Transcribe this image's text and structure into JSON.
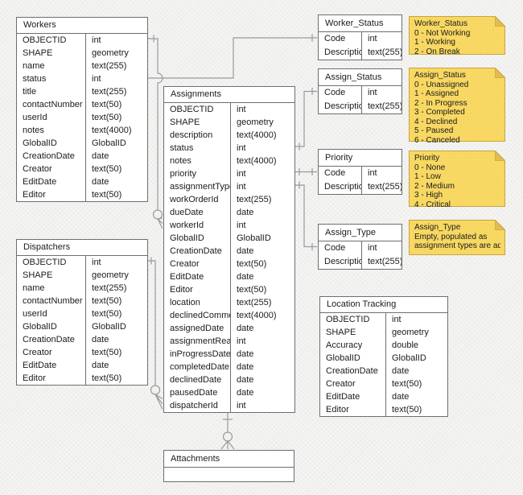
{
  "diagram": {
    "kind": "entity-relationship-diagram"
  },
  "colors": {
    "canvas_bg": "#f1f1f0",
    "table_border": "#6e6e6e",
    "connector": "#9a9a9a",
    "note_fill": "#f7d75f",
    "note_border": "#c9a43b",
    "note_fold": "#e3bc4f",
    "text": "#1b1b1b"
  },
  "tables": [
    {
      "id": "workers",
      "title": "Workers",
      "fields": [
        [
          "OBJECTID",
          "int"
        ],
        [
          "SHAPE",
          "geometry"
        ],
        [
          "name",
          "text(255)"
        ],
        [
          "status",
          "int"
        ],
        [
          "title",
          "text(255)"
        ],
        [
          "contactNumber",
          "text(50)"
        ],
        [
          "userId",
          "text(50)"
        ],
        [
          "notes",
          "text(4000)"
        ],
        [
          "GlobalID",
          "GlobalID"
        ],
        [
          "CreationDate",
          "date"
        ],
        [
          "Creator",
          "text(50)"
        ],
        [
          "EditDate",
          "date"
        ],
        [
          "Editor",
          "text(50)"
        ]
      ]
    },
    {
      "id": "dispatchers",
      "title": "Dispatchers",
      "fields": [
        [
          "OBJECTID",
          "int"
        ],
        [
          "SHAPE",
          "geometry"
        ],
        [
          "name",
          "text(255)"
        ],
        [
          "contactNumber",
          "text(50)"
        ],
        [
          "userId",
          "text(50)"
        ],
        [
          "GlobalID",
          "GlobalID"
        ],
        [
          "CreationDate",
          "date"
        ],
        [
          "Creator",
          "text(50)"
        ],
        [
          "EditDate",
          "date"
        ],
        [
          "Editor",
          "text(50)"
        ]
      ]
    },
    {
      "id": "assignments",
      "title": "Assignments",
      "fields": [
        [
          "OBJECTID",
          "int"
        ],
        [
          "SHAPE",
          "geometry"
        ],
        [
          "description",
          "text(4000)"
        ],
        [
          "status",
          "int"
        ],
        [
          "notes",
          "text(4000)"
        ],
        [
          "priority",
          "int"
        ],
        [
          "assignmentType",
          "int"
        ],
        [
          "workOrderId",
          "text(255)"
        ],
        [
          "dueDate",
          "date"
        ],
        [
          "workerId",
          "int"
        ],
        [
          "GlobalID",
          "GlobalID"
        ],
        [
          "CreationDate",
          "date"
        ],
        [
          "Creator",
          "text(50)"
        ],
        [
          "EditDate",
          "date"
        ],
        [
          "Editor",
          "text(50)"
        ],
        [
          "location",
          "text(255)"
        ],
        [
          "declinedComment",
          "text(4000)"
        ],
        [
          "assignedDate",
          "date"
        ],
        [
          "assignmentRead",
          "int"
        ],
        [
          "inProgressDate",
          "date"
        ],
        [
          "completedDate",
          "date"
        ],
        [
          "declinedDate",
          "date"
        ],
        [
          "pausedDate",
          "date"
        ],
        [
          "dispatcherId",
          "int"
        ]
      ]
    },
    {
      "id": "worker_status",
      "title": "Worker_Status",
      "fields": [
        [
          "Code",
          "int"
        ],
        [
          "Description",
          "text(255)"
        ]
      ]
    },
    {
      "id": "assign_status",
      "title": "Assign_Status",
      "fields": [
        [
          "Code",
          "int"
        ],
        [
          "Description",
          "text(255)"
        ]
      ]
    },
    {
      "id": "priority",
      "title": "Priority",
      "fields": [
        [
          "Code",
          "int"
        ],
        [
          "Description",
          "text(255)"
        ]
      ]
    },
    {
      "id": "assign_type",
      "title": "Assign_Type",
      "fields": [
        [
          "Code",
          "int"
        ],
        [
          "Description",
          "text(255)"
        ]
      ]
    },
    {
      "id": "location_tracking",
      "title": "Location Tracking",
      "fields": [
        [
          "OBJECTID",
          "int"
        ],
        [
          "SHAPE",
          "geometry"
        ],
        [
          "Accuracy",
          "double"
        ],
        [
          "GlobalID",
          "GlobalID"
        ],
        [
          "CreationDate",
          "date"
        ],
        [
          "Creator",
          "text(50)"
        ],
        [
          "EditDate",
          "date"
        ],
        [
          "Editor",
          "text(50)"
        ]
      ]
    },
    {
      "id": "attachments",
      "title": "Attachments",
      "fields": [
        [
          "",
          ""
        ]
      ]
    }
  ],
  "notes": [
    {
      "id": "worker_status_note",
      "title": "Worker_Status",
      "lines": [
        "0 - Not Working",
        "1 - Working",
        "2 - On Break"
      ]
    },
    {
      "id": "assign_status_note",
      "title": "Assign_Status",
      "lines": [
        "0 - Unassigned",
        "1 - Assigned",
        "2 - In Progress",
        "3 - Completed",
        "4 - Declined",
        "5 - Paused",
        "6 - Canceled"
      ]
    },
    {
      "id": "priority_note",
      "title": "Priority",
      "lines": [
        "0 - None",
        "1 - Low",
        "2 - Medium",
        "3 - High",
        "4 - Critical"
      ]
    },
    {
      "id": "assign_type_note",
      "title": "Assign_Type",
      "lines": [
        "Empty, populated as",
        "assignment types are added"
      ]
    }
  ]
}
